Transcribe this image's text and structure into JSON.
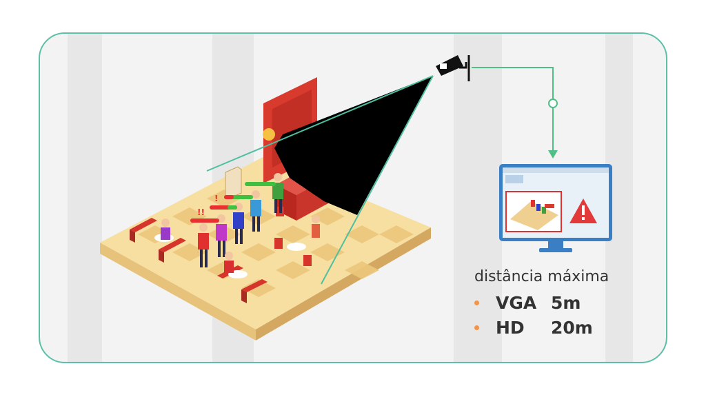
{
  "caption": "distância máxima",
  "specs": [
    {
      "name": "VGA",
      "value": "5m"
    },
    {
      "name": "HD",
      "value": "20m"
    }
  ],
  "colors": {
    "frame_border": "#5cbfa8",
    "connector_line": "#4fbf86",
    "camera_fov": "#000000",
    "alert_red": "#e23a3a",
    "bullet": "#f2944a",
    "text": "#333333"
  },
  "icons": [
    "camera-icon",
    "monitor-icon",
    "warning-icon"
  ]
}
